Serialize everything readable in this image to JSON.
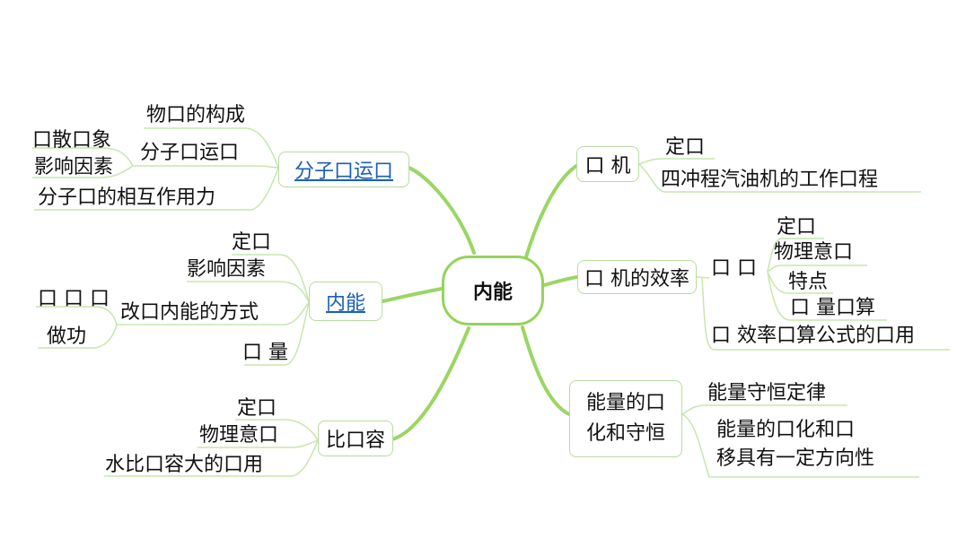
{
  "root": "内能",
  "left": {
    "molecular": {
      "label": "分子口运口",
      "items": [
        "物口的构成",
        "分子口运口",
        "口散口象",
        "影响因素",
        "分子口的相互作用力"
      ]
    },
    "internal_energy": {
      "label": "内能",
      "items": [
        "定口",
        "影响因素",
        "改口内能的方式",
        "口 口 口",
        "做功",
        "口 量"
      ]
    },
    "specific_heat": {
      "label": "比口容",
      "items": [
        "定口",
        "物理意口",
        "水比口容大的口用"
      ]
    }
  },
  "right": {
    "heat_engine": {
      "label": "口 机",
      "items": [
        "定口",
        "四冲程汽油机的工作口程"
      ]
    },
    "efficiency": {
      "label": "口 机的效率",
      "sub": "口 口",
      "items": [
        "定口",
        "物理意口",
        "特点",
        "口 量口算",
        "口 效率口算公式的口用"
      ]
    },
    "conservation": {
      "label_lines": [
        "能量的口",
        "化和守恒"
      ],
      "items": [
        "能量守恒定律"
      ],
      "item2_lines": [
        "能量的口化和口",
        "移具有一定方向性"
      ]
    }
  },
  "colors": {
    "branch": "#94d35c",
    "node_border": "#b8dba0",
    "link": "#1a5fb4"
  }
}
